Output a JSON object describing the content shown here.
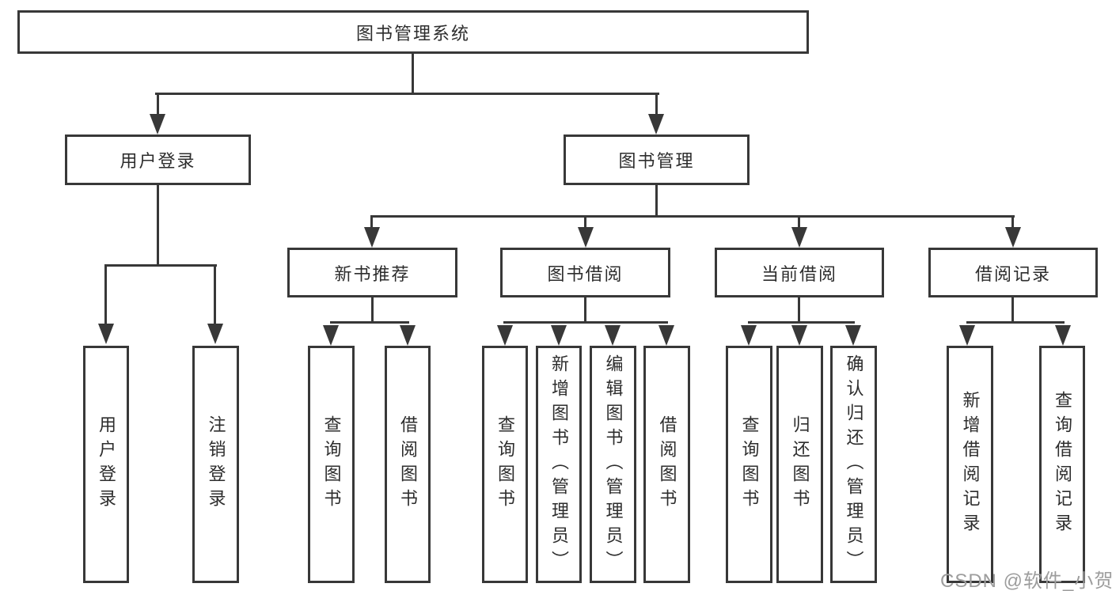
{
  "diagram": {
    "type": "hierarchy-tree",
    "root": {
      "label": "图书管理系统",
      "children": [
        {
          "label": "用户登录",
          "children": [
            {
              "label": "用户登录"
            },
            {
              "label": "注销登录"
            }
          ]
        },
        {
          "label": "图书管理",
          "children": [
            {
              "label": "新书推荐",
              "children": [
                {
                  "label": "查询图书"
                },
                {
                  "label": "借阅图书"
                }
              ]
            },
            {
              "label": "图书借阅",
              "children": [
                {
                  "label": "查询图书"
                },
                {
                  "label": "新增图书（管理员）"
                },
                {
                  "label": "编辑图书（管理员）"
                },
                {
                  "label": "借阅图书"
                }
              ]
            },
            {
              "label": "当前借阅",
              "children": [
                {
                  "label": "查询图书"
                },
                {
                  "label": "归还图书"
                },
                {
                  "label": "确认归还（管理员）"
                }
              ]
            },
            {
              "label": "借阅记录",
              "children": [
                {
                  "label": "新增借阅记录"
                },
                {
                  "label": "查询借阅记录"
                }
              ]
            }
          ]
        }
      ]
    }
  },
  "watermark": {
    "text": "CSDN @软件_小贺同学"
  },
  "colors": {
    "background": "#ffffff",
    "line": "#383838",
    "box_border": "#383838",
    "text": "#2d2d2d",
    "watermark": "#9d9d9d"
  }
}
